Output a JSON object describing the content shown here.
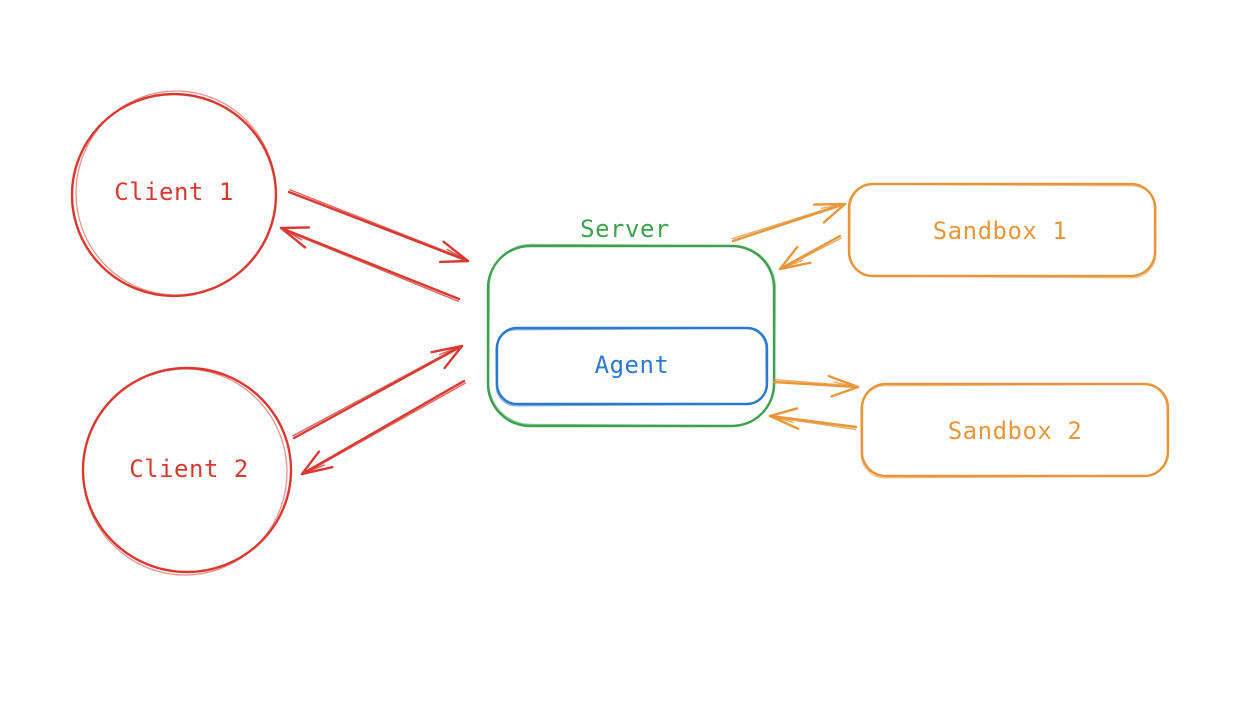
{
  "diagram": {
    "title": "client-server-sandbox-architecture",
    "nodes": {
      "client1": {
        "label": "Client 1",
        "shape": "circle",
        "color_key": "client"
      },
      "client2": {
        "label": "Client 2",
        "shape": "circle",
        "color_key": "client"
      },
      "server": {
        "label": "Server",
        "shape": "rounded-rect",
        "color_key": "server"
      },
      "agent": {
        "label": "Agent",
        "shape": "rounded-rect",
        "color_key": "agent",
        "parent": "server"
      },
      "sandbox1": {
        "label": "Sandbox 1",
        "shape": "rounded-rect",
        "color_key": "sandbox"
      },
      "sandbox2": {
        "label": "Sandbox 2",
        "shape": "rounded-rect",
        "color_key": "sandbox"
      }
    },
    "edges": [
      {
        "from": "client1",
        "to": "server",
        "color_key": "client"
      },
      {
        "from": "server",
        "to": "client1",
        "color_key": "client"
      },
      {
        "from": "client2",
        "to": "server",
        "color_key": "client"
      },
      {
        "from": "server",
        "to": "client2",
        "color_key": "client"
      },
      {
        "from": "server",
        "to": "sandbox1",
        "color_key": "sandbox"
      },
      {
        "from": "sandbox1",
        "to": "server",
        "color_key": "sandbox"
      },
      {
        "from": "server",
        "to": "sandbox2",
        "color_key": "sandbox"
      },
      {
        "from": "sandbox2",
        "to": "server",
        "color_key": "sandbox"
      }
    ],
    "colors": {
      "client": "#d83a31",
      "server": "#3da14f",
      "agent": "#2b79cd",
      "sandbox": "#e8963a",
      "background": "#ffffff"
    }
  }
}
